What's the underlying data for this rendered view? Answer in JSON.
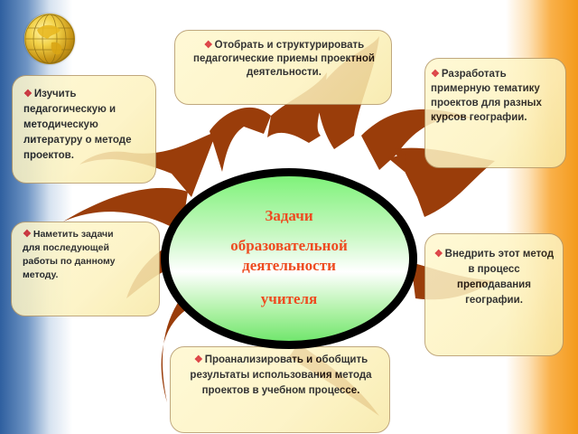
{
  "diagram": {
    "center": {
      "line1": "Задачи",
      "line2": "образовательной",
      "line3": "деятельности",
      "line4": "учителя"
    },
    "bullet_glyph": "❖",
    "tasks": [
      {
        "id": "top",
        "text": "Отобрать и структурировать педагогические приемы проектной деятельности."
      },
      {
        "id": "top-right",
        "text": "Разработать примерную тематику проектов для разных курсов географии."
      },
      {
        "id": "top-left",
        "text": "Изучить педагогическую и методическую литературу о методе проектов."
      },
      {
        "id": "middle-left",
        "text": "Наметить задачи для последующей работы по данному методу."
      },
      {
        "id": "middle-right",
        "text": "Внедрить этот метод в процесс преподавания географии."
      },
      {
        "id": "bottom",
        "text": "Проанализировать и обобщить результаты использования метода проектов в учебном процессе."
      }
    ],
    "colors": {
      "swirl": "#9a3d0a",
      "center_text": "#ee4b20",
      "center_fill": "#7ff27a",
      "box_fill": "#fdf3c0",
      "bullet": "#d8262a",
      "left_edge": "#2f5f9f",
      "right_edge": "#f39a1c"
    }
  },
  "logo": {
    "icon": "golden-globe-icon"
  }
}
